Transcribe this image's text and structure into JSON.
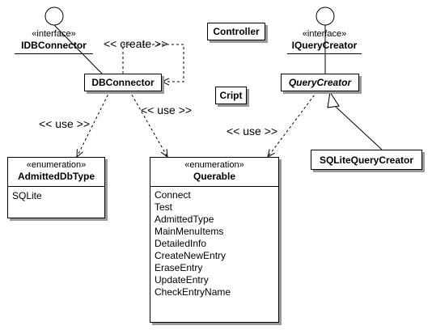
{
  "interfaces": {
    "idbconnector": {
      "stereotype": "«interface»",
      "name": "IDBConnector"
    },
    "iquerycreator": {
      "stereotype": "«interface»",
      "name": "IQueryCreator"
    }
  },
  "classes": {
    "controller": {
      "name": "Controller"
    },
    "cript": {
      "name": "Cript"
    },
    "dbconnector": {
      "name": "DBConnector"
    },
    "querycreator": {
      "name": "QueryCreator"
    },
    "sqlitequerycreator": {
      "name": "SQLiteQueryCreator"
    }
  },
  "enumerations": {
    "admitteddbtype": {
      "stereotype": "«enumeration»",
      "name": "AdmittedDbType",
      "literals": [
        "SQLite"
      ]
    },
    "querable": {
      "stereotype": "«enumeration»",
      "name": "Querable",
      "literals": [
        "Connect",
        "Test",
        "AdmittedType",
        "MainMenuItems",
        "DetailedInfo",
        "CreateNewEntry",
        "EraseEntry",
        "UpdateEntry",
        "CheckEntryName"
      ]
    }
  },
  "relations": {
    "create": "<< create >>",
    "use_admitted": "<< use >>",
    "use_querable": "<< use >>",
    "use_querycreator": "<< use >>"
  }
}
